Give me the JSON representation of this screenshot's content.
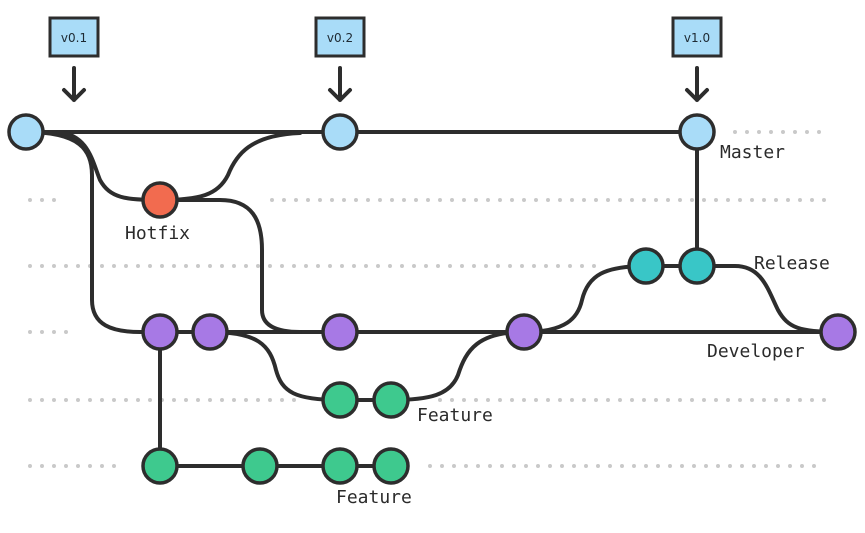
{
  "colors": {
    "master": "#a9dcf8",
    "hotfix": "#f26b4f",
    "release": "#39c6c7",
    "developer": "#a779e5",
    "feature": "#3ec98e",
    "tag_fill": "#a9dcf8",
    "line": "#2d2d2d",
    "guide": "#c9c9c9"
  },
  "tags": [
    {
      "id": "v01",
      "label": "v0.1"
    },
    {
      "id": "v02",
      "label": "v0.2"
    },
    {
      "id": "v10",
      "label": "v1.0"
    }
  ],
  "branches": {
    "master": "Master",
    "hotfix": "Hotfix",
    "release": "Release",
    "developer": "Developer",
    "feature_1": "Feature",
    "feature_2": "Feature"
  }
}
